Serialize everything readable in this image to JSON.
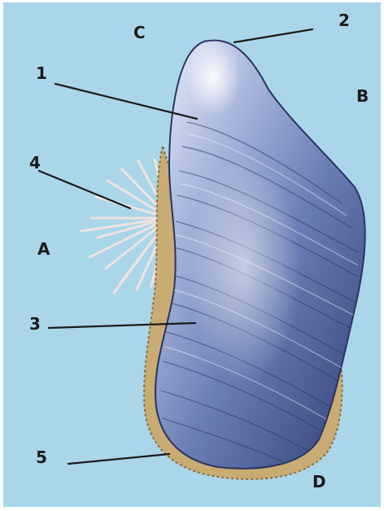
{
  "labels": {
    "num_1": "1",
    "num_2": "2",
    "num_3": "3",
    "num_4": "4",
    "num_5": "5",
    "letter_A": "A",
    "letter_B": "B",
    "letter_C": "C",
    "letter_D": "D"
  },
  "colors": {
    "background": "#a9d6e9",
    "shell_dark": "#3c4f86",
    "shell_mid": "#6d80b6",
    "shell_light": "#e8eef8",
    "byssus": "#f3e3df",
    "mantle_edge": "#c9ac74",
    "leader_line": "#1b1b1b",
    "label_text": "#1b1b1b"
  }
}
